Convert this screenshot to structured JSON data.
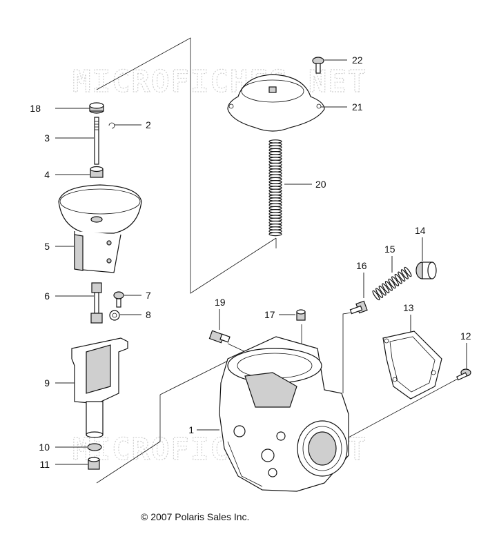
{
  "watermark": "MICROFICHES.NET",
  "copyright": "© 2007 Polaris Sales Inc.",
  "callouts": [
    "1",
    "2",
    "3",
    "4",
    "5",
    "6",
    "7",
    "8",
    "9",
    "10",
    "11",
    "12",
    "13",
    "14",
    "15",
    "16",
    "17",
    "18",
    "19",
    "20",
    "21",
    "22"
  ]
}
